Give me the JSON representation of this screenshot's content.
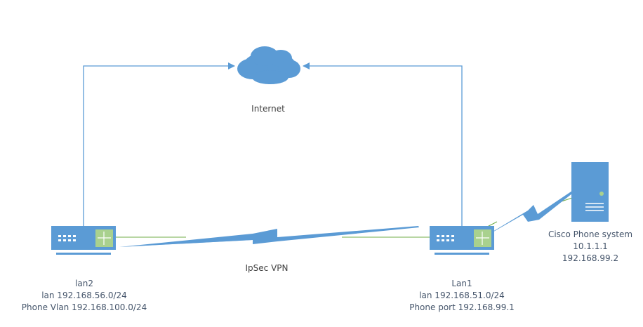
{
  "colors": {
    "blue": "#5b9bd5",
    "green": "#70ad47",
    "router_panel": "#a9d18e",
    "text_blue": "#44546a",
    "text_dark": "#404040"
  },
  "nodes": {
    "internet": {
      "label": "Internet",
      "icon": "cloud-icon"
    },
    "lan2": {
      "icon": "router-icon",
      "lines": [
        "lan2",
        "lan 192.168.56.0/24",
        "Phone Vlan 192.168.100.0/24"
      ]
    },
    "lan1": {
      "icon": "router-icon",
      "lines": [
        "Lan1",
        "lan 192.168.51.0/24",
        "Phone port 192.168.99.1"
      ]
    },
    "phone_system": {
      "icon": "server-icon",
      "lines": [
        "Cisco Phone system",
        "10.1.1.1",
        "192.168.99.2"
      ]
    }
  },
  "links": {
    "vpn": {
      "label": "IpSec VPN",
      "type": "lightning"
    },
    "lan1_phone": {
      "type": "lightning"
    },
    "lan2_internet": {
      "type": "arrow"
    },
    "lan1_internet": {
      "type": "arrow"
    }
  }
}
